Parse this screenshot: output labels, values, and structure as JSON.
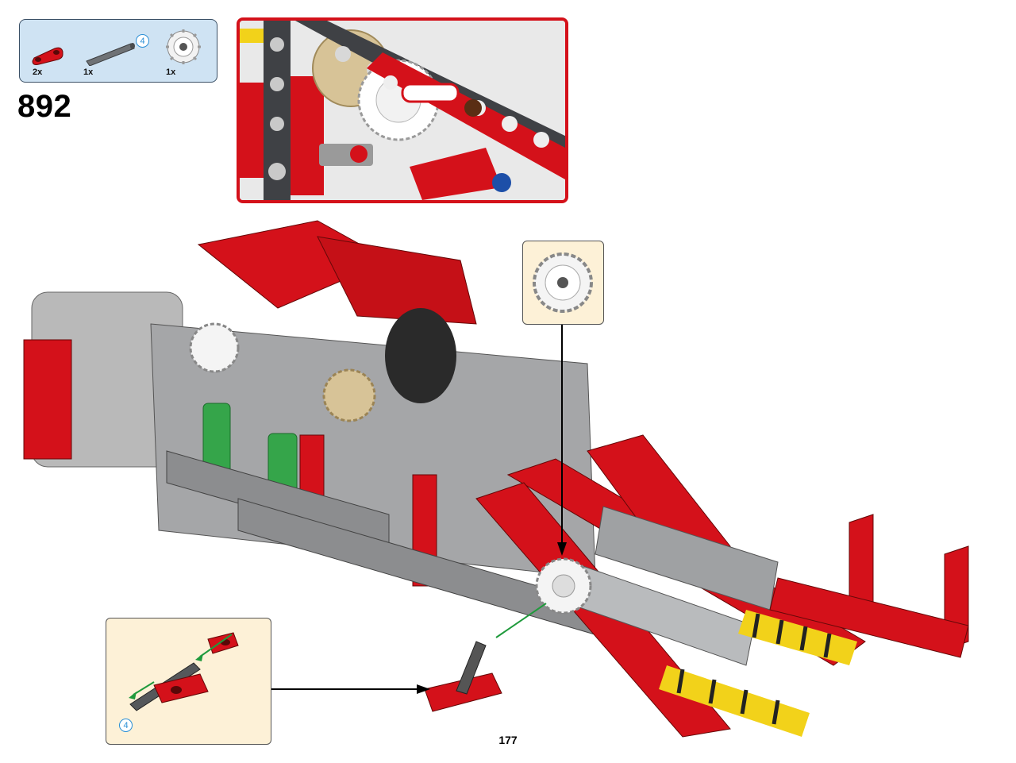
{
  "step": {
    "number": "892",
    "page_number": "177"
  },
  "parts_list": {
    "items": [
      {
        "name": "red-liftarm-2",
        "qty": "2x",
        "icon": "red-liftarm-icon"
      },
      {
        "name": "axle-4",
        "qty": "1x",
        "length": "4",
        "icon": "gray-axle-icon"
      },
      {
        "name": "gear-24-tooth",
        "qty": "1x",
        "icon": "white-gear-icon"
      }
    ]
  },
  "sub_assembly": {
    "axle_length": "4"
  },
  "colors": {
    "parts_bg": "#cfe3f3",
    "callout_border": "#d4111a",
    "subassembly_bg": "#fdf1d7",
    "callout_number": "#2a8fd6",
    "arrow_green": "#1f9a3c"
  }
}
